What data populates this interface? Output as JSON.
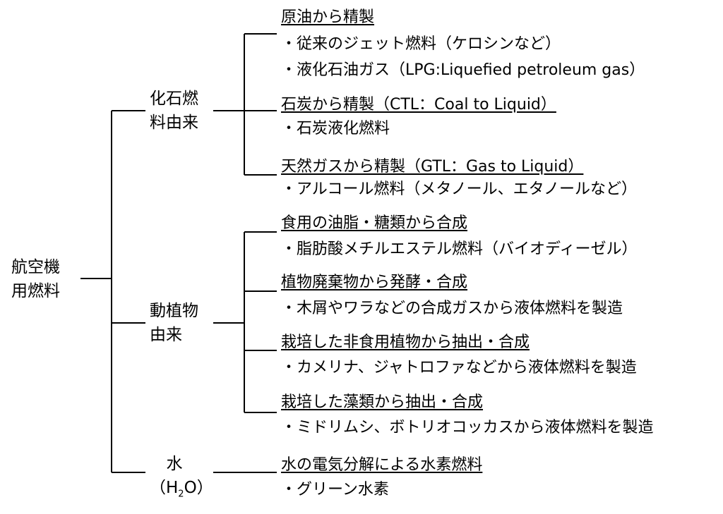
{
  "root": {
    "line1": "航空機",
    "line2": "用燃料"
  },
  "categories": [
    {
      "line1": "化石燃",
      "line2": "料由来",
      "methods": [
        {
          "title": "原油から精製",
          "products": [
            "・従来のジェット燃料（ケロシンなど）",
            "・液化石油ガス（LPG:Liquefied petroleum gas）"
          ]
        },
        {
          "title": "石炭から精製（CTL：Coal to Liquid）",
          "products": [
            "・石炭液化燃料"
          ]
        },
        {
          "title": "天然ガスから精製（GTL：Gas to Liquid）",
          "products": [
            "・アルコール燃料（メタノール、エタノールなど）"
          ]
        }
      ]
    },
    {
      "line1": "動植物",
      "line2": "由来",
      "methods": [
        {
          "title": "食用の油脂・糖類から合成",
          "products": [
            "・脂肪酸メチルエステル燃料（バイオディーゼル）"
          ]
        },
        {
          "title": "植物廃棄物から発酵・合成",
          "products": [
            "・木屑やワラなどの合成ガスから液体燃料を製造"
          ]
        },
        {
          "title": "栽培した非食用植物から抽出・合成",
          "products": [
            "・カメリナ、ジャトロファなどから液体燃料を製造"
          ]
        },
        {
          "title": "栽培した藻類から抽出・合成",
          "products": [
            "・ミドリムシ、ボトリオコッカスから液体燃料を製造"
          ]
        }
      ]
    },
    {
      "line1": "水",
      "formula_main": "H",
      "formula_sub": "2",
      "formula_tail": "O",
      "methods": [
        {
          "title": "水の電気分解による水素燃料",
          "products": [
            "・グリーン水素"
          ]
        }
      ]
    }
  ]
}
